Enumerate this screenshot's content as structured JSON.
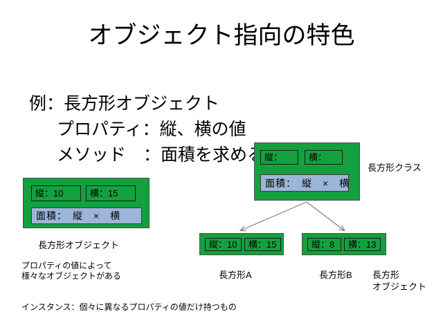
{
  "slide": {
    "title": "オブジェクト指向の特色",
    "background_color": "#ffffff",
    "body_lines": [
      "例：長方形オブジェクト",
      "プロパティ：縦、横の値",
      "メソッド　：面積を求める"
    ]
  },
  "colors": {
    "green": "#13a03f",
    "blue": "#9db6d8",
    "box_border": "#4d4d4d",
    "field_border": "#1a1a1a",
    "arrow": "#808080",
    "text": "#000000"
  },
  "class_box": {
    "caption": "長方形クラス",
    "height_field": "縦：",
    "width_field": "横：",
    "method": "面積：　縦　×　横"
  },
  "object_box": {
    "caption": "長方形オブジェクト",
    "height_field": "縦：10",
    "width_field": "横：15",
    "method": "面積：　縦　×　横"
  },
  "instances": [
    {
      "caption": "長方形A",
      "height_field": "縦：10",
      "width_field": "横：15"
    },
    {
      "caption": "長方形B",
      "height_field": "縦：8",
      "width_field": "横：13"
    }
  ],
  "instance_group_caption": {
    "line1": "長方形",
    "line2": "オブジェクト"
  },
  "notes": {
    "property_note_line1": "プロパティの値によって",
    "property_note_line2": "様々なオブジェクトがある",
    "instance_note": "インスタンス：個々に異なるプロパティの値だけ持つもの"
  }
}
